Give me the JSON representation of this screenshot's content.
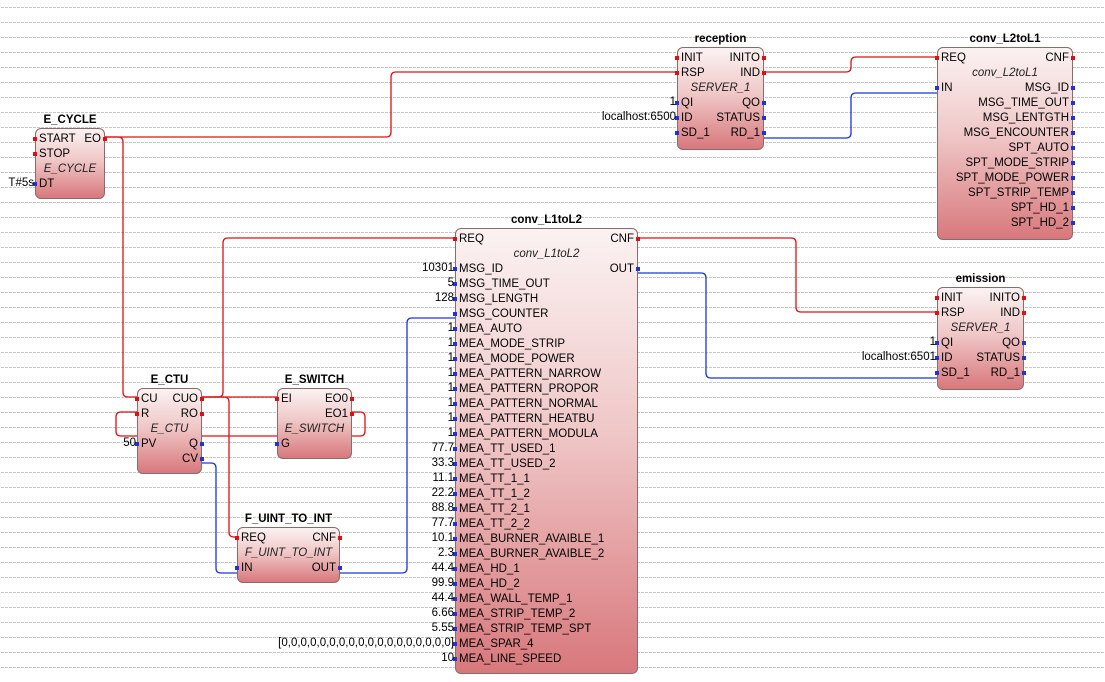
{
  "colors": {
    "event_wire": "#e01010",
    "data_wire": "#1a34e0"
  },
  "blocks": {
    "e_cycle": {
      "name": "E_CYCLE",
      "type": "E_CYCLE",
      "inputs": [
        "START",
        "STOP"
      ],
      "outputs": [
        "EO"
      ],
      "data_inputs": [
        "DT"
      ],
      "params": {
        "DT": "T#5s"
      }
    },
    "e_ctu": {
      "name": "E_CTU",
      "type": "E_CTU",
      "inputs": [
        "CU",
        "R"
      ],
      "outputs": [
        "CUO",
        "RO"
      ],
      "data_inputs": [
        "PV"
      ],
      "data_outputs": [
        "Q",
        "CV"
      ],
      "params": {
        "PV": "50"
      }
    },
    "e_switch": {
      "name": "E_SWITCH",
      "type": "E_SWITCH",
      "inputs": [
        "EI"
      ],
      "outputs": [
        "EO0",
        "EO1"
      ],
      "data_inputs": [
        "G"
      ]
    },
    "f_uint_to_int": {
      "name": "F_UINT_TO_INT",
      "type": "F_UINT_TO_INT",
      "inputs": [
        "REQ"
      ],
      "outputs": [
        "CNF"
      ],
      "data_inputs": [
        "IN"
      ],
      "data_outputs": [
        "OUT"
      ]
    },
    "reception": {
      "name": "reception",
      "type": "SERVER_1",
      "inputs": [
        "INIT",
        "RSP"
      ],
      "outputs": [
        "INITO",
        "IND"
      ],
      "data_inputs": [
        "QI",
        "ID",
        "SD_1"
      ],
      "data_outputs": [
        "QO",
        "STATUS",
        "RD_1"
      ],
      "params": {
        "QI": "1",
        "ID": "localhost:6500"
      }
    },
    "conv_l2tol1": {
      "name": "conv_L2toL1",
      "type": "conv_L2toL1",
      "inputs": [
        "REQ"
      ],
      "outputs": [
        "CNF"
      ],
      "data_inputs": [
        "IN"
      ],
      "data_outputs": [
        "MSG_ID",
        "MSG_TIME_OUT",
        "MSG_LENTGTH",
        "MSG_ENCOUNTER",
        "SPT_AUTO",
        "SPT_MODE_STRIP",
        "SPT_MODE_POWER",
        "SPT_STRIP_TEMP",
        "SPT_HD_1",
        "SPT_HD_2"
      ]
    },
    "conv_l1tol2": {
      "name": "conv_L1toL2",
      "type": "conv_L1toL2",
      "inputs": [
        "REQ"
      ],
      "outputs": [
        "CNF"
      ],
      "data_inputs": [
        "MSG_ID",
        "MSG_TIME_OUT",
        "MSG_LENGTH",
        "MSG_COUNTER",
        "MEA_AUTO",
        "MEA_MODE_STRIP",
        "MEA_MODE_POWER",
        "MEA_PATTERN_NARROW",
        "MEA_PATTERN_PROPOR",
        "MEA_PATTERN_NORMAL",
        "MEA_PATTERN_HEATBU",
        "MEA_PATTERN_MODULA",
        "MEA_TT_USED_1",
        "MEA_TT_USED_2",
        "MEA_TT_1_1",
        "MEA_TT_1_2",
        "MEA_TT_2_1",
        "MEA_TT_2_2",
        "MEA_BURNER_AVAIBLE_1",
        "MEA_BURNER_AVAIBLE_2",
        "MEA_HD_1",
        "MEA_HD_2",
        "MEA_WALL_TEMP_1",
        "MEA_STRIP_TEMP_2",
        "MEA_STRIP_TEMP_SPT",
        "MEA_SPAR_4",
        "MEA_LINE_SPEED"
      ],
      "data_outputs": [
        "OUT"
      ],
      "params": [
        "10301",
        "5",
        "128",
        "",
        "1",
        "1",
        "1",
        "1",
        "1",
        "1",
        "1",
        "1",
        "77.7",
        "33.3",
        "11.1",
        "22.2",
        "88.8",
        "77.7",
        "10.1",
        "2.3",
        "44.4",
        "99.9",
        "44.4",
        "6.66",
        "5.55",
        "[0,0,0,0,0,0,0,0,0,0,0,0,0,0,0,0,0,0]",
        "10"
      ]
    },
    "emission": {
      "name": "emission",
      "type": "SERVER_1",
      "inputs": [
        "INIT",
        "RSP"
      ],
      "outputs": [
        "INITO",
        "IND"
      ],
      "data_inputs": [
        "QI",
        "ID",
        "SD_1"
      ],
      "data_outputs": [
        "QO",
        "STATUS",
        "RD_1"
      ],
      "params": {
        "QI": "1",
        "ID": "localhost:6501"
      }
    }
  }
}
